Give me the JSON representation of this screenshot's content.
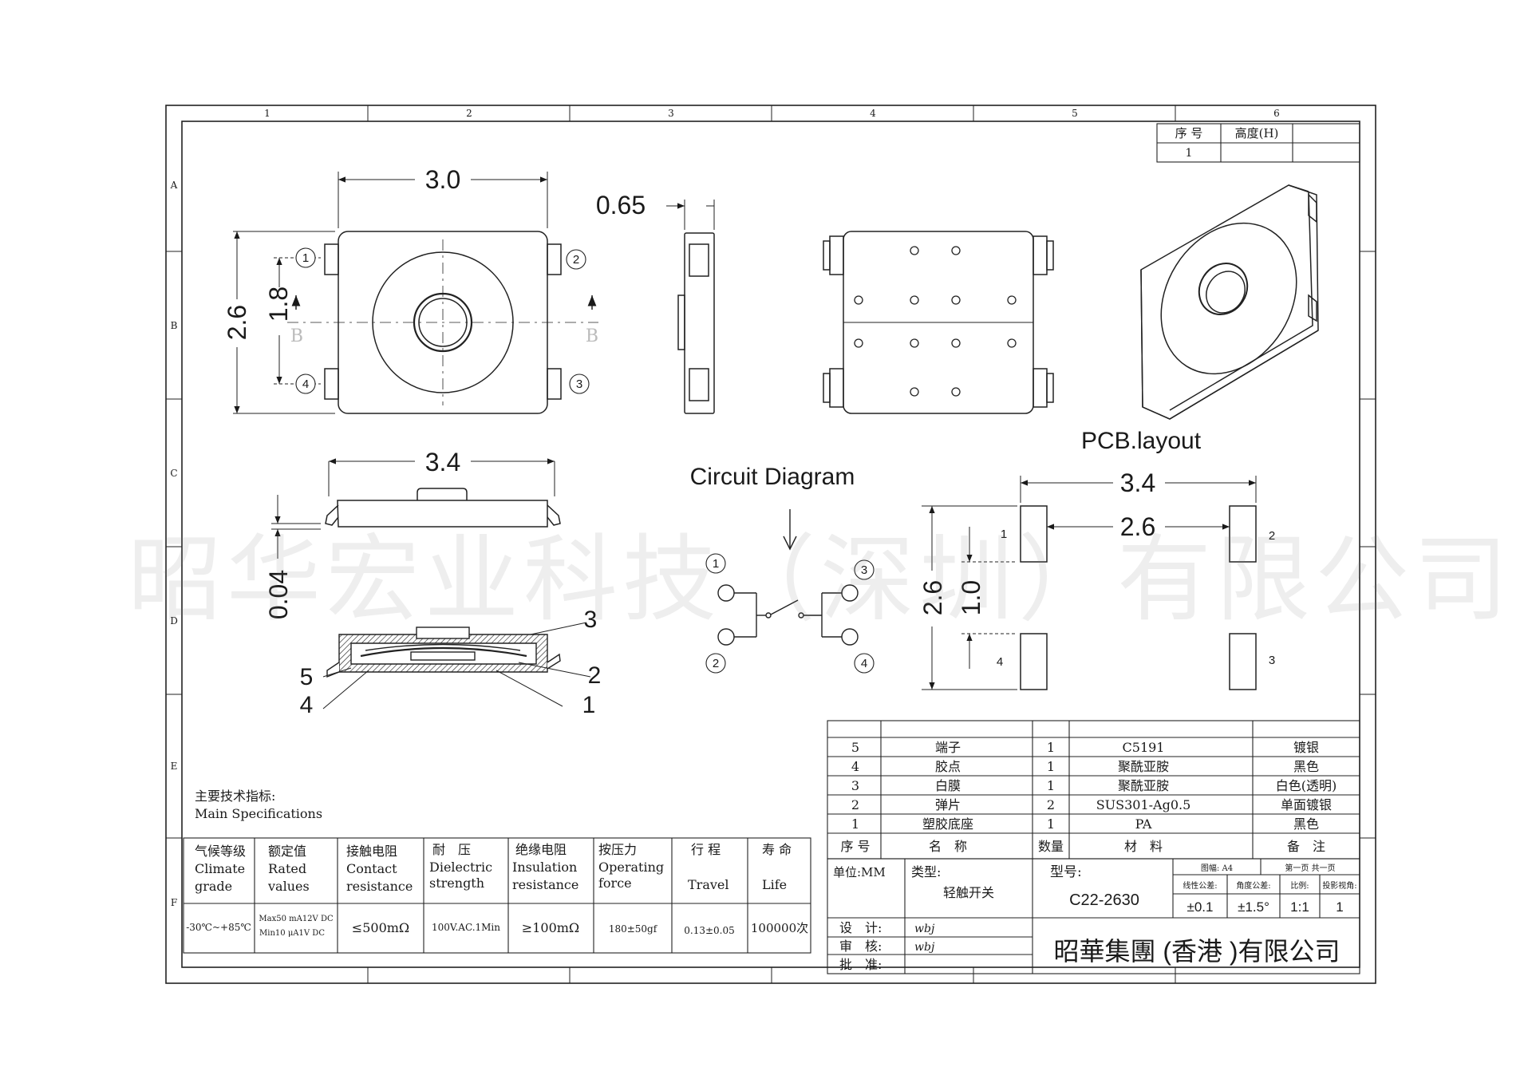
{
  "zone_labels": {
    "cols": [
      "1",
      "2",
      "3",
      "4",
      "5",
      "6"
    ],
    "rows": [
      "A",
      "B",
      "C",
      "D",
      "E",
      "F"
    ]
  },
  "height_table": {
    "col1": "序 号",
    "col2": "高度(H)",
    "row1": "1"
  },
  "dims": {
    "width_top": "3.0",
    "height_left": "2.6",
    "pin_pitch": "1.8",
    "thickness": "0.65",
    "side_width": "3.4",
    "gap": "0.04",
    "pcb_width": "3.4",
    "pcb_pitch": "2.6",
    "pcb_height": "2.6",
    "pcb_pad": "1.0"
  },
  "section_mark": "B",
  "pin_numbers": [
    "1",
    "2",
    "3",
    "4"
  ],
  "section_callouts": [
    "1",
    "2",
    "3",
    "4",
    "5"
  ],
  "titles": {
    "circuit": "Circuit Diagram",
    "pcb": "PCB.layout"
  },
  "watermark": "昭华宏业科技（深圳）有限公司",
  "specs": {
    "heading_cn": "主要技术指标:",
    "heading_en": "Main Specifications",
    "headers": [
      {
        "cn": "气候等级",
        "en1": "Climate",
        "en2": "grade"
      },
      {
        "cn": "额定值",
        "en1": "Rated",
        "en2": "values"
      },
      {
        "cn": "接触电阻",
        "en1": "Contact",
        "en2": "resistance"
      },
      {
        "cn": "耐　压",
        "en1": "Dielectric",
        "en2": "strength"
      },
      {
        "cn": "绝缘电阻",
        "en1": "Insulation",
        "en2": "resistance"
      },
      {
        "cn": "按压力",
        "en1": "Operating",
        "en2": "force"
      },
      {
        "cn": "行 程",
        "en1": "",
        "en2": "Travel"
      },
      {
        "cn": "寿 命",
        "en1": "",
        "en2": "Life"
      }
    ],
    "values": {
      "climate": "-30℃~+85℃",
      "rated_1": "Max50 mA12V DC",
      "rated_2": "Min10 μA1V DC",
      "contact": "≤500mΩ",
      "dielectric": "100V.AC.1Min",
      "insulation": "≥100mΩ",
      "force": "180±50gf",
      "travel": "0.13±0.05",
      "life": "100000次"
    }
  },
  "bom": {
    "rows": [
      {
        "no": "5",
        "name": "端子",
        "qty": "1",
        "material": "C5191",
        "note": "镀银"
      },
      {
        "no": "4",
        "name": "胶点",
        "qty": "1",
        "material": "聚酰亚胺",
        "note": "黑色"
      },
      {
        "no": "3",
        "name": "白膜",
        "qty": "1",
        "material": "聚酰亚胺",
        "note": "白色(透明)"
      },
      {
        "no": "2",
        "name": "弹片",
        "qty": "2",
        "material": "SUS301-Ag0.5",
        "note": "单面镀银"
      },
      {
        "no": "1",
        "name": "塑胶底座",
        "qty": "1",
        "material": "PA",
        "note": "黑色"
      }
    ],
    "header": {
      "no": "序 号",
      "name": "名　称",
      "qty": "数量",
      "material": "材　料",
      "note": "备　注"
    }
  },
  "title_block": {
    "unit": "单位:MM",
    "type_label": "类型:",
    "type_value": "轻触开关",
    "model_label": "型号:",
    "model_value": "C22-2630",
    "sheet_size": "图幅: A4",
    "page": "第一页 共一页",
    "linear_tol_label": "线性公差:",
    "angle_tol_label": "角度公差:",
    "scale_label": "比例:",
    "proj_label": "投影视角:",
    "linear_tol": "±0.1",
    "angle_tol": "±1.5°",
    "scale": "1:1",
    "proj": "1",
    "design_label": "设　计:",
    "check_label": "审　核:",
    "approve_label": "批　准:",
    "design_sig": "wbj",
    "check_sig": "wbj",
    "company": "昭華集團 (香港 )有限公司"
  }
}
